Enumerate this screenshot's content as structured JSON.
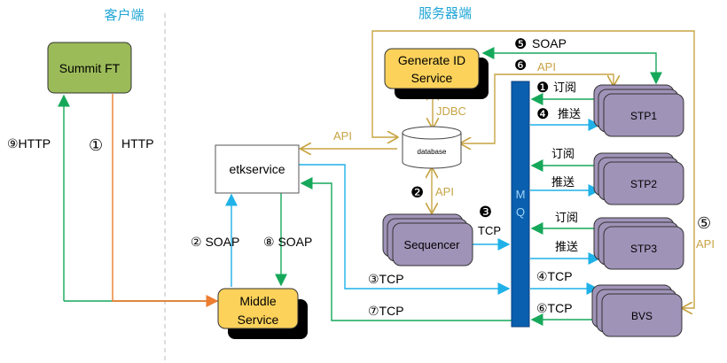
{
  "regions": {
    "client": "客户端",
    "server": "服务器端"
  },
  "nodes": {
    "summit": "Summit FT",
    "etk": "etkservice",
    "middle": [
      "Middle",
      "Service"
    ],
    "genid": [
      "Generate ID",
      "Service"
    ],
    "db": "database",
    "seq": "Sequencer",
    "mq": [
      "M",
      "Q"
    ],
    "stp1": "STP1",
    "stp2": "STP2",
    "stp3": "STP3",
    "bvs": "BVS"
  },
  "labels": {
    "http9": "⑨HTTP",
    "http1n": "①",
    "http1": "HTTP",
    "soap2": "② SOAP",
    "soap8": "⑧ SOAP",
    "api_etk": "API",
    "jdbc": "JDBC",
    "api2n": "❷",
    "api2": "API",
    "tcp3n": "❸",
    "tcp3": "TCP",
    "tcp3b": "③TCP",
    "tcp7": "⑦TCP",
    "soap5n": "❺",
    "soap5": "SOAP",
    "api6n": "❻",
    "api6": "API",
    "sub1n": "❶",
    "sub1": "订阅",
    "push4n": "❹",
    "push4": "推送",
    "sub2": "订阅",
    "push2": "推送",
    "sub3": "订阅",
    "push3": "推送",
    "tcp4": "④TCP",
    "tcp6": "⑥TCP",
    "api5n": "⑤",
    "api5": "API"
  },
  "colors": {
    "region_title": "#1fa6d6",
    "green_node": "#9bbb59",
    "yellow_node": "#fcd25b",
    "purple_node": "#a093b8",
    "mq": "#0a5fae",
    "orange": "#ed7d31",
    "green": "#16a85a",
    "blue": "#1fb1e8",
    "gold": "#c8a444"
  }
}
